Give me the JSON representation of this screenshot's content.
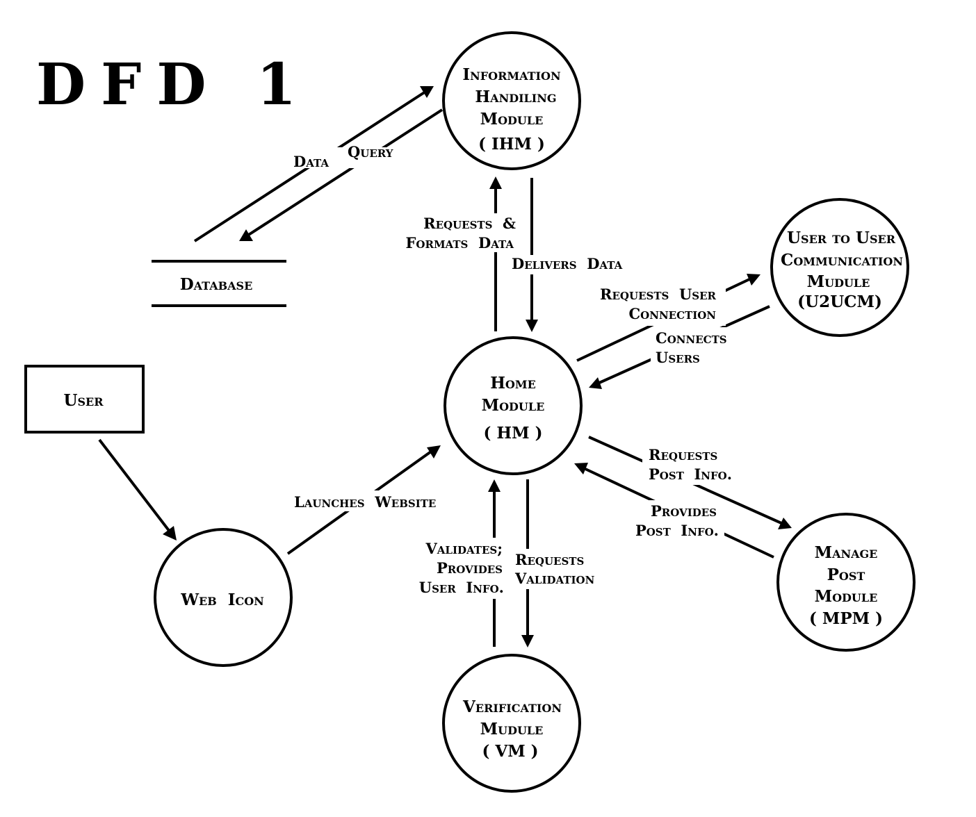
{
  "title": "DFD 1",
  "processes": {
    "ihm": [
      "Information",
      "Handiling",
      "Module",
      "( IHM )"
    ],
    "u2ucm": [
      "User to User",
      "Communication",
      "Mudule",
      "(U2UCM)"
    ],
    "hm": [
      "Home",
      "Module",
      "( HM )"
    ],
    "mpm": [
      "Manage",
      "Post",
      "Module",
      "( MPM )"
    ],
    "vm": [
      "Verification",
      "Mudule",
      "( VM )"
    ],
    "web_icon": [
      "Web  Icon"
    ]
  },
  "entities": {
    "user": "User"
  },
  "stores": {
    "database": "Database"
  },
  "flows": {
    "data": "Data",
    "query": "Query",
    "requests_formats": [
      "Requests  &",
      "Formats  Data"
    ],
    "delivers_data": "Delivers  Data",
    "requests_user_connection": [
      "Requests  User",
      "Connection"
    ],
    "connects_users": [
      "Connects",
      "Users"
    ],
    "launches_website": "Launches  Website",
    "requests_post_info": [
      "Requests",
      "Post  Info."
    ],
    "provides_post_info": [
      "Provides",
      "Post  Info."
    ],
    "validates_provides": [
      "Validates;",
      "Provides",
      "User  Info."
    ],
    "requests_validation": [
      "Requests",
      "Validation"
    ]
  },
  "colors": {
    "ink": "#000000",
    "background": "#ffffff"
  }
}
